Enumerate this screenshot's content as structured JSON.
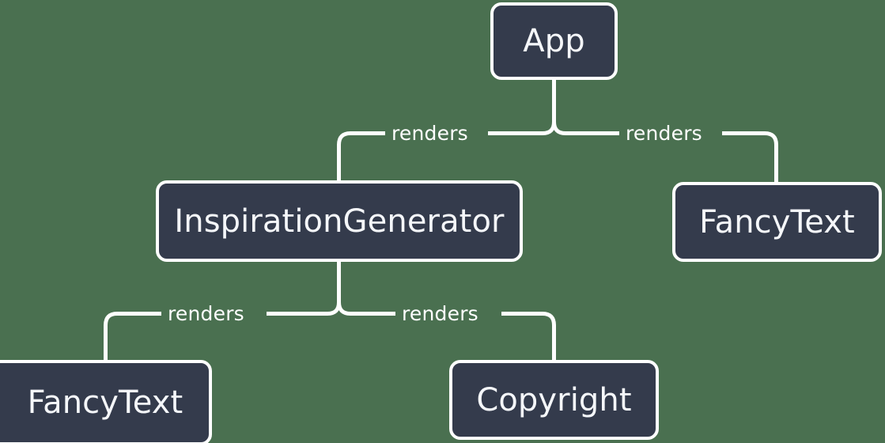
{
  "diagram": {
    "type": "component-render-tree",
    "background_color": "#4a7050",
    "node_fill_color": "#343b4c",
    "node_border_color": "#ffffff",
    "text_color": "#f5f7fa",
    "edge_color": "#ffffff",
    "nodes": [
      {
        "id": "app",
        "label": "App"
      },
      {
        "id": "inspiration-generator",
        "label": "InspirationGenerator"
      },
      {
        "id": "fancytext-right",
        "label": "FancyText"
      },
      {
        "id": "fancytext-left",
        "label": "FancyText"
      },
      {
        "id": "copyright",
        "label": "Copyright"
      }
    ],
    "edges": [
      {
        "from": "app",
        "to": "inspiration-generator",
        "label": "renders"
      },
      {
        "from": "app",
        "to": "fancytext-right",
        "label": "renders"
      },
      {
        "from": "inspiration-generator",
        "to": "fancytext-left",
        "label": "renders"
      },
      {
        "from": "inspiration-generator",
        "to": "copyright",
        "label": "renders"
      }
    ]
  }
}
